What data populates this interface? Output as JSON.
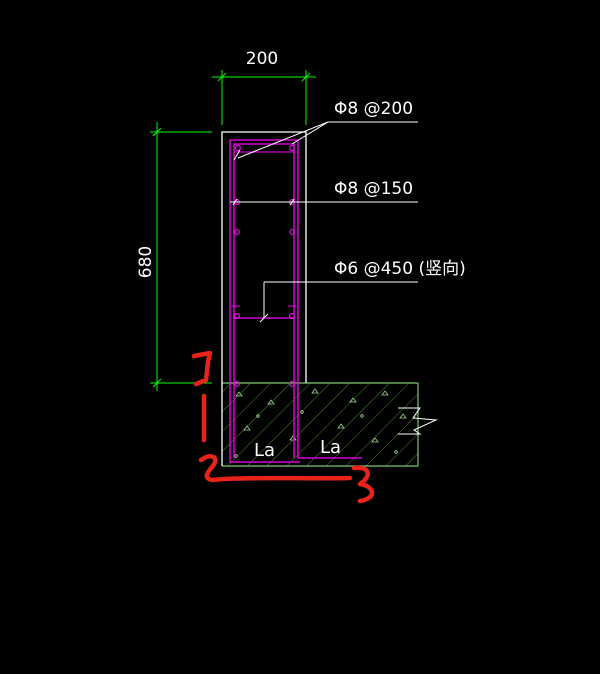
{
  "dimensions": {
    "width_label": "200",
    "height_label": "680"
  },
  "rebar_labels": {
    "top_bar": "Φ8 @200",
    "stirrup": "Φ8 @150",
    "vertical": "Φ6 @450 (竖向)"
  },
  "anchorage_labels": [
    "La",
    "La"
  ],
  "handwritten_marks": [
    "1",
    "2",
    "3"
  ],
  "colors": {
    "background": "#000000",
    "outline": "#ffffff",
    "dimension": "#00ff00",
    "rebar": "#ff00ff",
    "hatch": "#4a8a32",
    "handwriting": "#e8231a"
  }
}
